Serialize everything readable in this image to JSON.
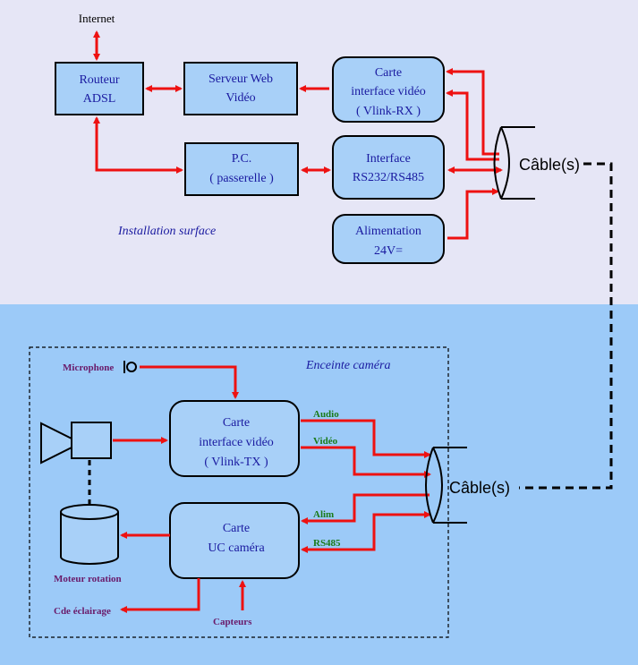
{
  "colors": {
    "top_bg": "#e6e6f6",
    "bottom_bg": "#9ccaf8",
    "box_fill": "#a8d0f8",
    "arrow": "#ee1111",
    "text_blue": "#1a1aa0",
    "text_purple": "#6a1a6a",
    "text_green": "#1a7a1a"
  },
  "surface": {
    "internet_label": "Internet",
    "routeur": [
      "Routeur",
      "ADSL"
    ],
    "serveur": [
      "Serveur Web",
      "Vidéo"
    ],
    "carte_rx": [
      "Carte",
      "interface vidéo",
      "( Vlink-RX )"
    ],
    "pc": [
      "P.C.",
      "( passerelle )"
    ],
    "interface": [
      "Interface",
      "RS232/RS485"
    ],
    "alimentation": [
      "Alimentation",
      "24V="
    ],
    "section_label": "Installation surface",
    "cable_label": "Câble(s)"
  },
  "camera": {
    "section_label": "Enceinte caméra",
    "microphone_label": "Microphone",
    "carte_tx": [
      "Carte",
      "interface vidéo",
      "( Vlink-TX )"
    ],
    "carte_uc": [
      "Carte",
      "UC caméra"
    ],
    "signal_audio": "Audio",
    "signal_video": "Vidéo",
    "signal_alim": "Alim",
    "signal_rs485": "RS485",
    "moteur_label": "Moteur rotation",
    "eclairage_label": "Cde éclairage",
    "capteurs_label": "Capteurs",
    "cable_label": "Câble(s)"
  }
}
